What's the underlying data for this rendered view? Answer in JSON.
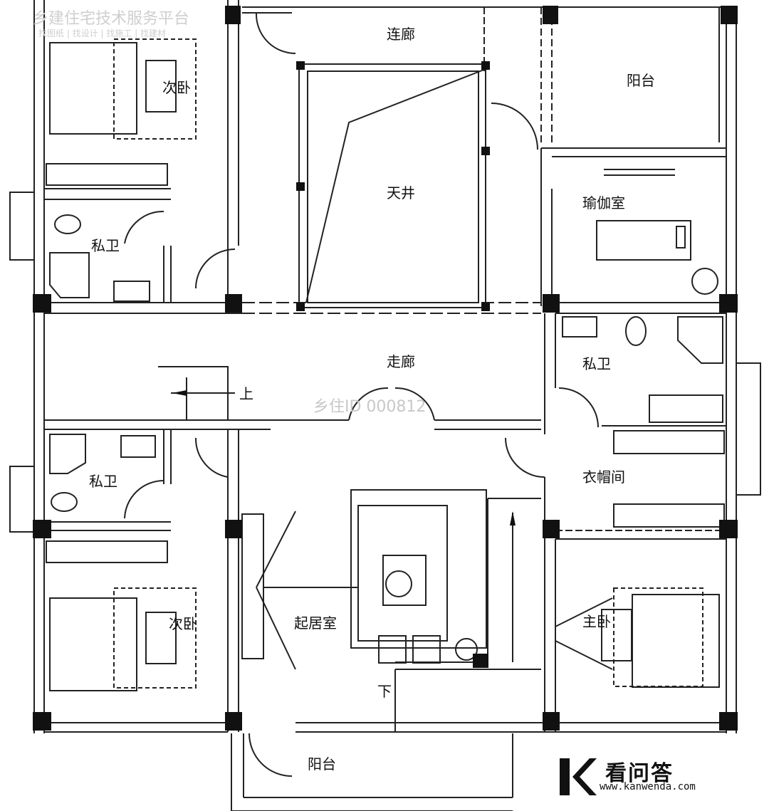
{
  "rooms": {
    "corridor_top": "连廊",
    "balcony_top": "阳台",
    "courtyard": "天井",
    "yoga_room": "瑜伽室",
    "bedroom_top": "次卧",
    "bath_top": "私卫",
    "hall": "走廊",
    "bath_right": "私卫",
    "up": "上",
    "bath_left": "私卫",
    "cloakroom": "衣帽间",
    "bedroom_bottom": "次卧",
    "living": "起居室",
    "master": "主卧",
    "down": "下",
    "balcony_bottom": "阳台"
  },
  "watermark": {
    "center": "乡住ID 000812",
    "top_left_title": "乡建住宅技术服务平台",
    "top_left_sub": "找图纸 | 找设计 | 找施工 | 找建材"
  },
  "brand": {
    "name": "看问答",
    "url": "www.kanwenda.com"
  },
  "colors": {
    "wall": "#111111",
    "line": "#222222",
    "watermark": "#c8c8c8"
  }
}
